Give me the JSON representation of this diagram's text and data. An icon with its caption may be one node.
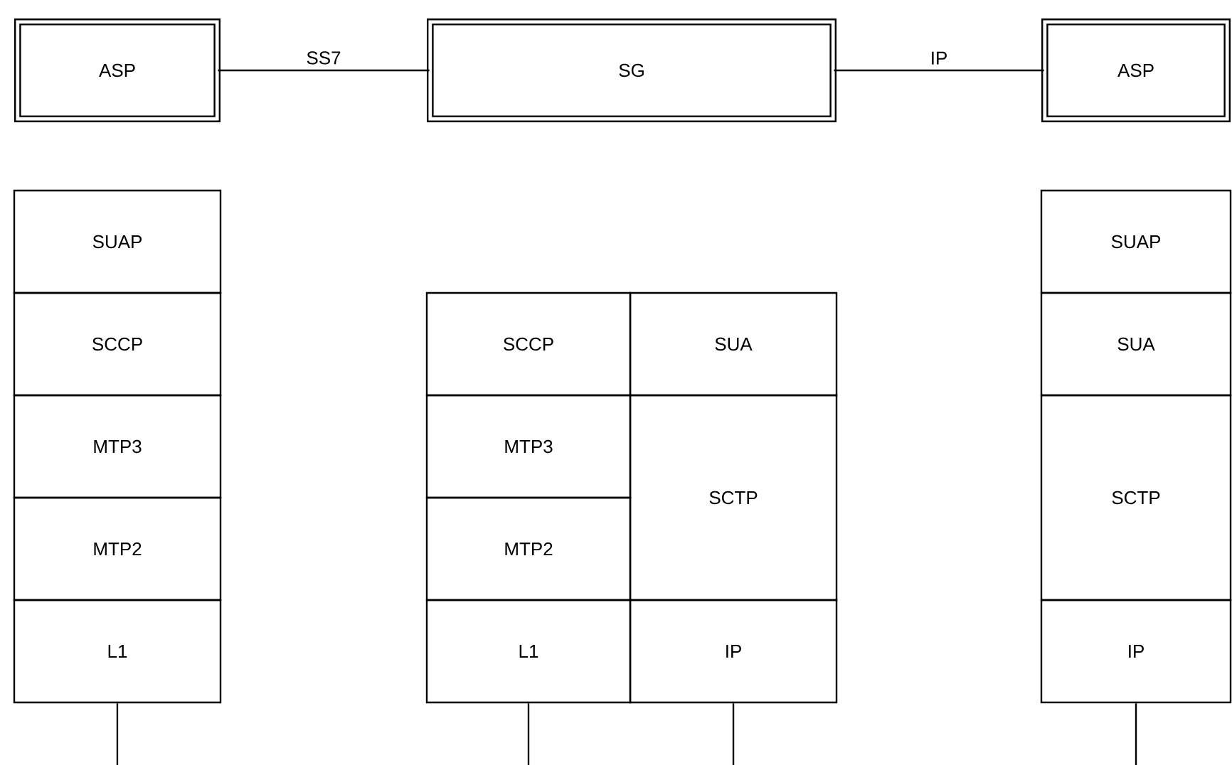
{
  "diagram": {
    "nodes": [
      {
        "text": [
          "ASP"
        ]
      },
      {
        "text": [
          "SG"
        ]
      },
      {
        "text": [
          "ASP"
        ]
      },
      {
        "text": [
          "SUAP"
        ]
      },
      {
        "text": [
          "SCCP"
        ]
      },
      {
        "text": [
          "MTP3"
        ]
      },
      {
        "text": [
          "MTP2"
        ]
      },
      {
        "text": [
          "L1"
        ]
      },
      {
        "text": [
          "SCCP"
        ]
      },
      {
        "text": [
          "SUA"
        ]
      },
      {
        "text": [
          "MTP3"
        ]
      },
      {
        "text": [
          "SCTP"
        ]
      },
      {
        "text": [
          "MTP2"
        ]
      },
      {
        "text": [
          "L1"
        ]
      },
      {
        "text": [
          "IP"
        ]
      },
      {
        "text": [
          "SUAP"
        ]
      },
      {
        "text": [
          "SUA"
        ]
      },
      {
        "text": [
          "SCTP"
        ]
      },
      {
        "text": [
          "IP"
        ]
      }
    ],
    "edges": [
      {
        "from": 0,
        "to": 1,
        "arrow": "none",
        "label": "SS7"
      },
      {
        "from": 1,
        "to": 2,
        "arrow": "none",
        "label": "IP"
      },
      {
        "from": 7,
        "to": null,
        "arrow": "none"
      },
      {
        "from": 13,
        "to": null,
        "arrow": "none"
      },
      {
        "from": 14,
        "to": null,
        "arrow": "none"
      },
      {
        "from": 18,
        "to": null,
        "arrow": "none"
      }
    ]
  }
}
